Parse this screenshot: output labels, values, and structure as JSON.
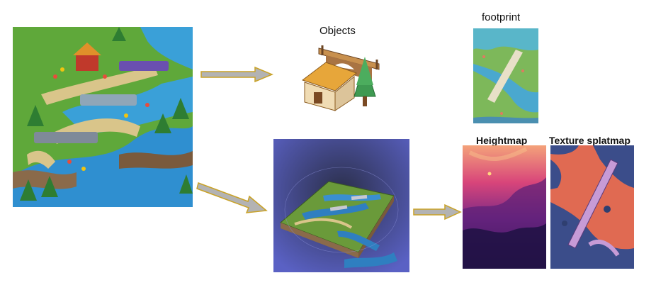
{
  "labels": {
    "objects": "Objects",
    "footprint": "footprint",
    "heightmap": "Heightmap",
    "splatmap": "Texture splatmap"
  },
  "colors": {
    "arrow": "#b3b3b3",
    "arrow_outline": "#c9a227",
    "render_bg": "#4a4f9e",
    "grass": "#5fa83a",
    "water": "#2f8fd0",
    "path": "#d9c58a"
  },
  "icons": [
    "bridge-icon",
    "house-icon",
    "tree-icon"
  ]
}
